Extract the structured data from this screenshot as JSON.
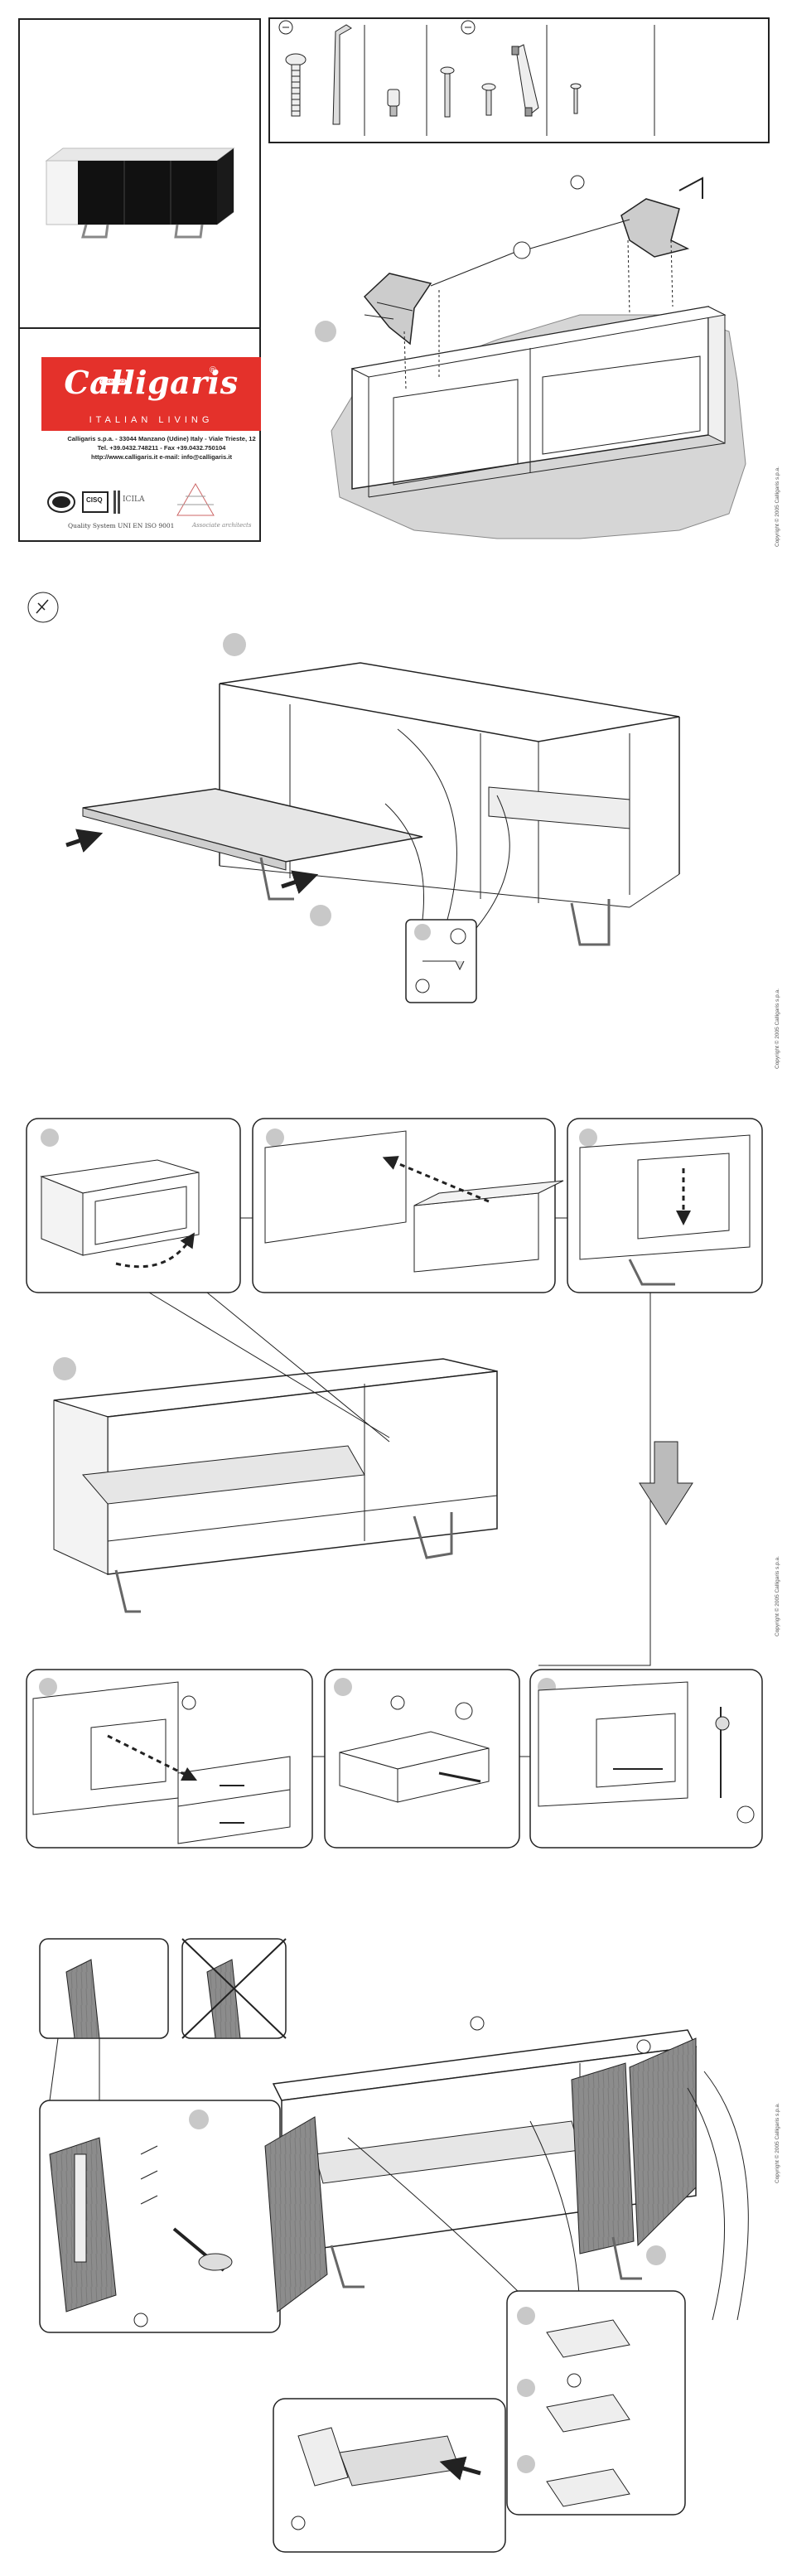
{
  "brand": {
    "logo": "Calligaris",
    "since": "since 1923",
    "registered": "®",
    "tagline": "ITALIAN LIVING",
    "address_line1": "Calligaris s.p.a. - 33044 Manzano (Udine) Italy - Viale Trieste, 12",
    "address_line2": "Tel. +39.0432.748211 - Fax +39.0432.750104",
    "address_line3": "http://www.calligaris.it   e-mail: info@calligaris.it",
    "cert_text": "Quality System UNI EN ISO 9001",
    "cert_badge_cisq": "CISQ",
    "cert_badge_icila": "ICILA",
    "cert_text_right": "Associate architects"
  },
  "copyright": "Copyright © 2005 Calligaris s.p.a.",
  "colors": {
    "brand_red": "#e4312b",
    "line": "#222222",
    "step_circle": "#c8c8c8",
    "wood": "#8a8a8a",
    "glass": "#e6e6e6"
  },
  "icons": [
    "screw-icon",
    "allen-key-icon",
    "dowel-icon",
    "handle-icon",
    "drill-icon",
    "wrench-badge-icon",
    "arrow-icon"
  ]
}
